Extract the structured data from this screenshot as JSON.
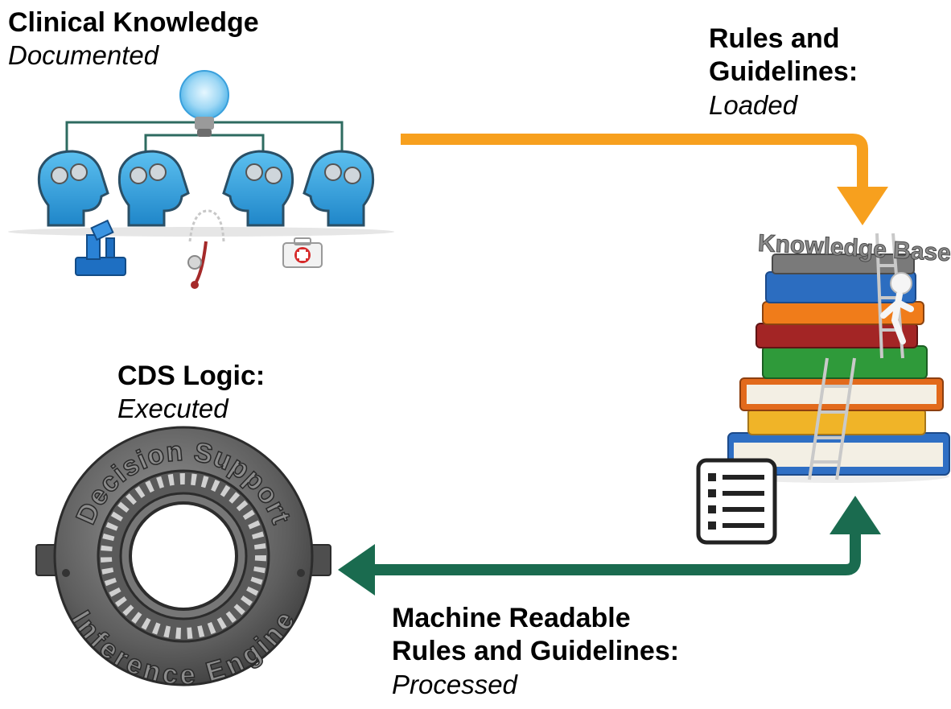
{
  "captions": {
    "clinical_knowledge": {
      "title": "Clinical Knowledge",
      "status": "Documented"
    },
    "rules_guidelines": {
      "title_line1": "Rules and",
      "title_line2": "Guidelines:",
      "status": "Loaded"
    },
    "cds_logic": {
      "title": "CDS Logic:",
      "status": "Executed"
    },
    "machine_readable": {
      "title_line1": "Machine Readable",
      "title_line2": "Rules and Guidelines:",
      "status": "Processed"
    }
  },
  "illustrations": {
    "knowledge_base_sign": "Knowledge Base",
    "gear_top_text": "Decision Support",
    "gear_bottom_text": "Inference Engine"
  },
  "colors": {
    "orange_arrow": "#F7A01E",
    "green_arrow": "#1A6B4F",
    "head_blue": "#2D9FE0",
    "gear_gray": "#6F6F6F"
  },
  "icons": {
    "clinical_team": "heads-with-gears-icon",
    "lightbulb": "lightbulb-icon",
    "microscope": "microscope-icon",
    "stethoscope": "stethoscope-icon",
    "medical_kit": "first-aid-kit-icon",
    "knowledge_base": "book-stack-icon",
    "checklist": "checklist-icon",
    "inference_engine": "gear-icon"
  }
}
